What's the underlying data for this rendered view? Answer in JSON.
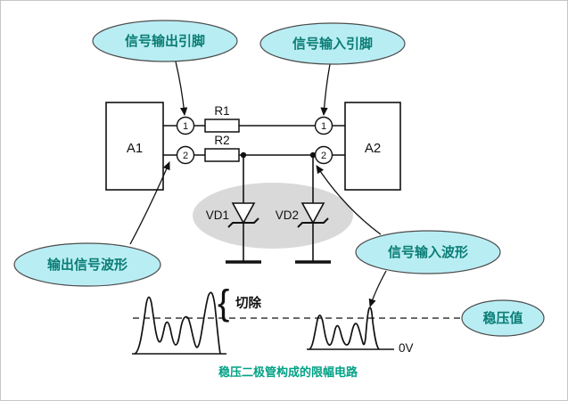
{
  "caption": "稳压二极管构成的限幅电路",
  "callouts": {
    "output_pin": "信号输出引脚",
    "input_pin": "信号输入引脚",
    "output_wave": "输出信号波形",
    "input_wave": "信号输入波形",
    "vreg": "稳压值"
  },
  "components": {
    "a1": "A1",
    "a2": "A2",
    "r1": "R1",
    "r2": "R2",
    "vd1": "VD1",
    "vd2": "VD2",
    "pin1": "1",
    "pin2": "2"
  },
  "annotations": {
    "cut": "切除",
    "zero_volt": "0V",
    "brace": "{"
  },
  "colors": {
    "callout_fill": "#b9edf4",
    "callout_stroke": "#4d4d4d",
    "callout_text": "#0a7d74",
    "caption_text": "#00a185",
    "diode_area_fill": "#d9d9d9",
    "line": "#111111"
  }
}
